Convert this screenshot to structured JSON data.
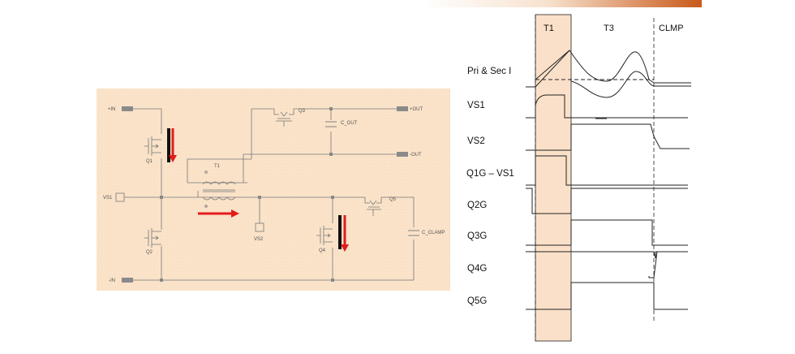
{
  "colors": {
    "schematic_bg": "#fae3c9",
    "highlight_band": "#fbe0c9",
    "wire": "#777777",
    "pin": "#8a8a8a",
    "current_arrow": "#e31b1b",
    "gate_bar": "#111111",
    "header_gradient_end": "#c9591a"
  },
  "schematic": {
    "labels": {
      "plus_in": "+IN",
      "minus_in": "-IN",
      "plus_out": "+OUT",
      "minus_out": "-OUT",
      "q1": "Q1",
      "q2": "Q2",
      "q3": "Q3",
      "q4": "Q4",
      "q5": "Q5",
      "t1": "T1",
      "c_out": "C_OUT",
      "c_clamp": "C_CLAMP",
      "vs1": "VS1",
      "vs2": "VS2"
    }
  },
  "timing": {
    "phases": {
      "t1": "T1",
      "t3": "T3",
      "clmp": "CLMP"
    },
    "signals": [
      {
        "label": "Pri & Sec I"
      },
      {
        "label": "VS1"
      },
      {
        "label": "VS2"
      },
      {
        "label": "Q1G – VS1"
      },
      {
        "label": "Q2G"
      },
      {
        "label": "Q3G"
      },
      {
        "label": "Q4G"
      },
      {
        "label": "Q5G"
      }
    ]
  }
}
